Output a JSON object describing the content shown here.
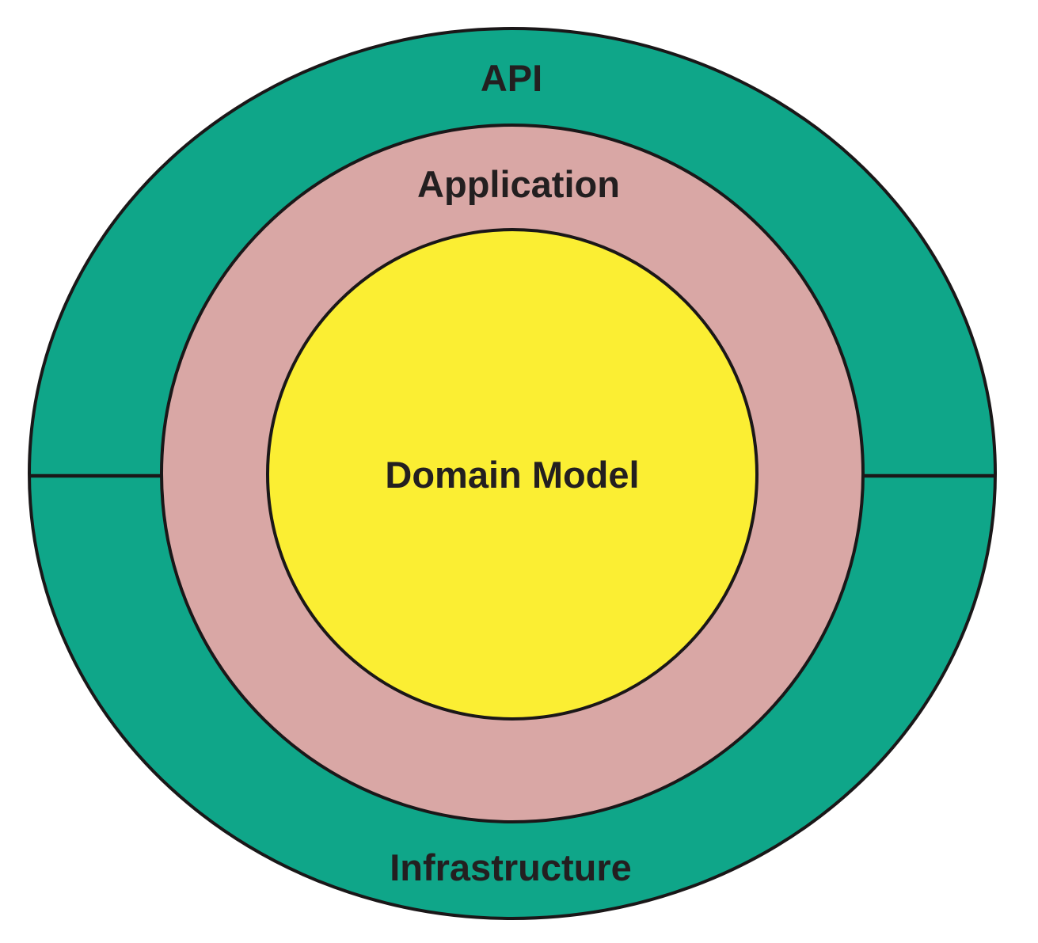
{
  "diagram": {
    "type": "onion-architecture",
    "layers": [
      {
        "id": "api",
        "label": "API",
        "ring": "outer-top"
      },
      {
        "id": "infrastructure",
        "label": "Infrastructure",
        "ring": "outer-bottom"
      },
      {
        "id": "application",
        "label": "Application",
        "ring": "middle"
      },
      {
        "id": "domain_model",
        "label": "Domain Model",
        "ring": "center"
      }
    ],
    "labels": {
      "api": "API",
      "application": "Application",
      "domain_model": "Domain Model",
      "infrastructure": "Infrastructure"
    },
    "colors": {
      "api_infrastructure_ring": "#0fa689",
      "application_ring": "#d9a7a5",
      "domain_model_circle": "#fbee33",
      "outline": "#1a1718",
      "label_text": "#231f20",
      "background": "#ffffff"
    }
  }
}
